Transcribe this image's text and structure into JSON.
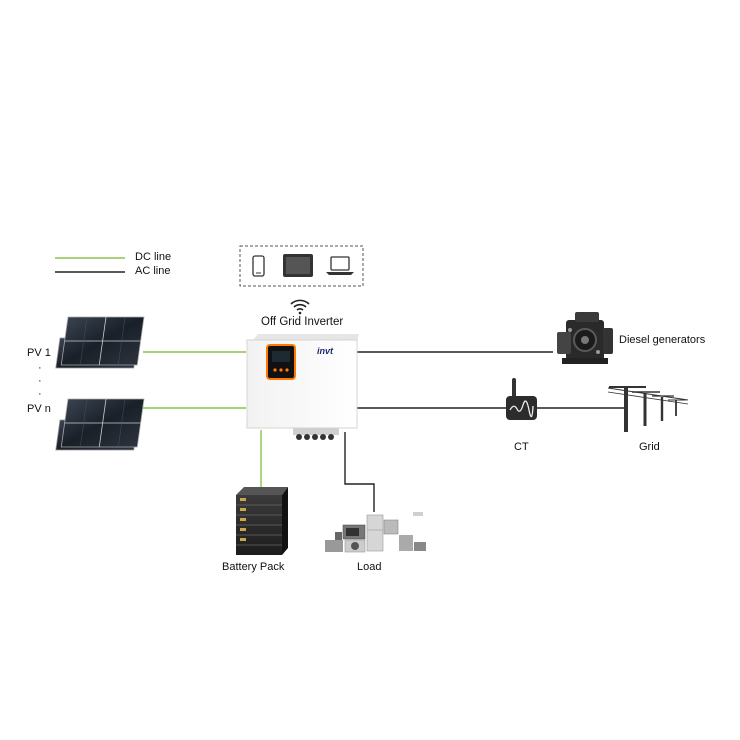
{
  "legend": {
    "dc_label": "DC line",
    "ac_label": "AC line",
    "dc_color": "#8bc34a",
    "ac_color": "#222222"
  },
  "devices_box": {
    "icons": [
      "smartphone-icon",
      "tablet-icon",
      "laptop-icon"
    ]
  },
  "wifi_icon": "wifi-icon",
  "inverter": {
    "title": "Off Grid Inverter",
    "brand": "invt",
    "accent_color": "#ff7a00"
  },
  "pv": {
    "first_label": "PV 1",
    "last_label": "PV n",
    "dots": "·"
  },
  "diesel": {
    "label": "Diesel generators"
  },
  "ct": {
    "label": "CT"
  },
  "grid": {
    "label": "Grid"
  },
  "battery": {
    "label": "Battery Pack"
  },
  "load": {
    "label": "Load"
  }
}
